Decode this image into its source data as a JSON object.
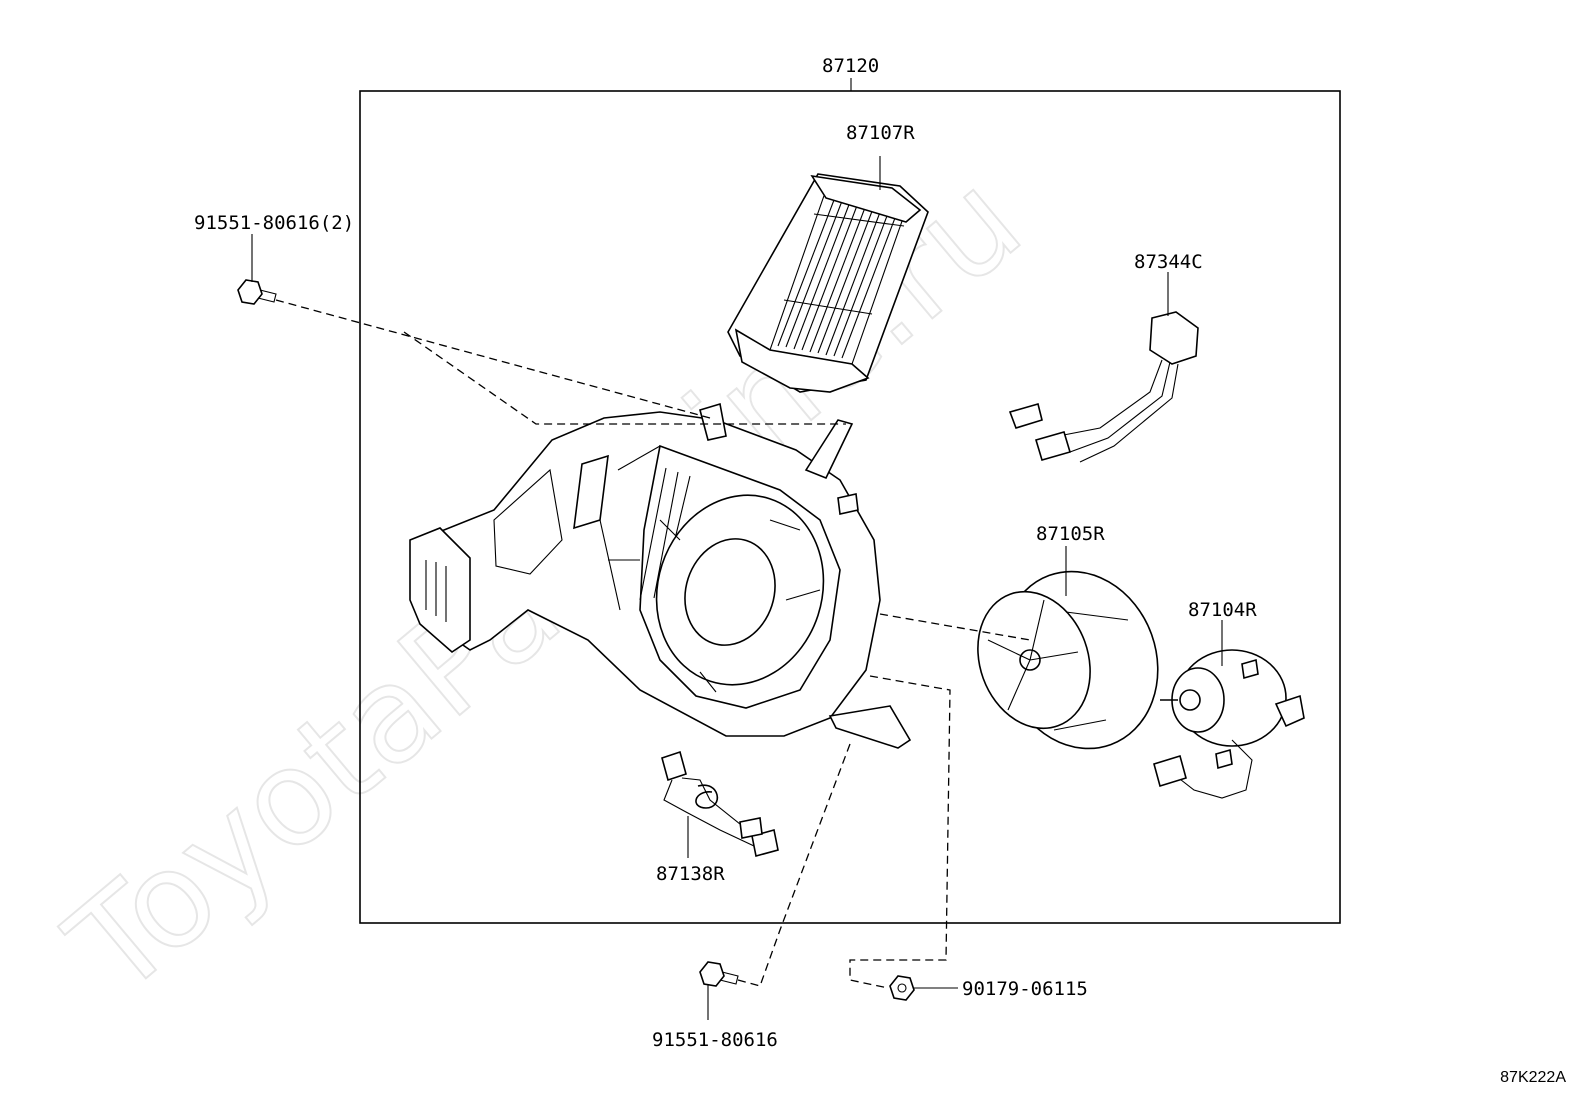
{
  "watermark": "ToyotaPartMine.ru",
  "diagram_id": "87K222A",
  "labels": {
    "assembly": "87120",
    "radiator": "87107R",
    "bolt_top_left": "91551-80616(2)",
    "resistor": "87344C",
    "fan": "87105R",
    "motor": "87104R",
    "wire_harness": "87138R",
    "bolt_bottom": "91551-80616",
    "nut": "90179-06115"
  }
}
